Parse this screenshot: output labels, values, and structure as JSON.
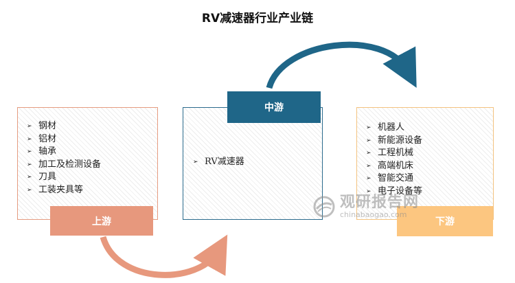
{
  "title": "RV减速器行业产业链",
  "upstream": {
    "label": "上游",
    "items": [
      "钢材",
      "铝材",
      "轴承",
      "加工及检测设备",
      "刀具",
      "工装夹具等"
    ]
  },
  "midstream": {
    "label": "中游",
    "items": [
      "RV减速器"
    ]
  },
  "downstream": {
    "label": "下游",
    "items": [
      "机器人",
      "新能源设备",
      "工程机械",
      "高端机床",
      "智能交通",
      "电子设备等"
    ]
  },
  "watermark": {
    "main": "观研报告网",
    "sub": "chinabaogao.com"
  },
  "colors": {
    "upstream": "#e7987d",
    "midstream": "#1f6688",
    "downstream": "#fcc680"
  }
}
